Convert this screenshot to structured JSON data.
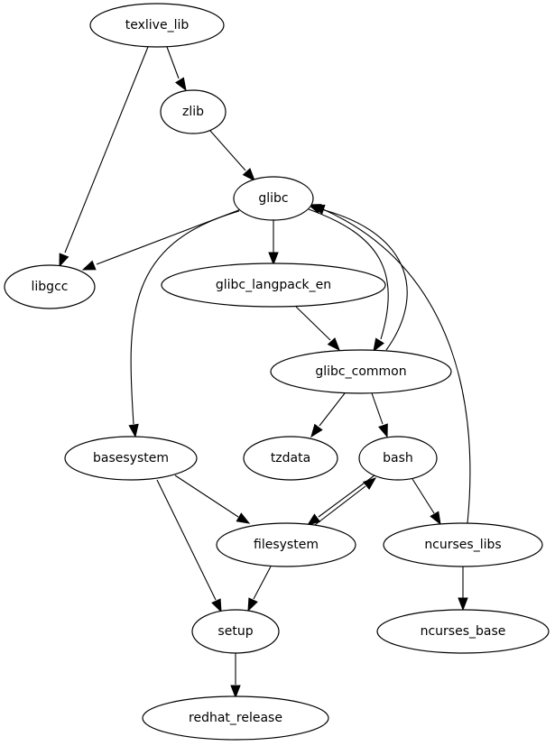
{
  "graph": {
    "type": "directed",
    "nodes": [
      {
        "id": "texlive_lib",
        "label": "texlive_lib"
      },
      {
        "id": "zlib",
        "label": "zlib"
      },
      {
        "id": "glibc",
        "label": "glibc"
      },
      {
        "id": "libgcc",
        "label": "libgcc"
      },
      {
        "id": "glibc_langpack_en",
        "label": "glibc_langpack_en"
      },
      {
        "id": "glibc_common",
        "label": "glibc_common"
      },
      {
        "id": "basesystem",
        "label": "basesystem"
      },
      {
        "id": "tzdata",
        "label": "tzdata"
      },
      {
        "id": "bash",
        "label": "bash"
      },
      {
        "id": "filesystem",
        "label": "filesystem"
      },
      {
        "id": "ncurses_libs",
        "label": "ncurses_libs"
      },
      {
        "id": "setup",
        "label": "setup"
      },
      {
        "id": "ncurses_base",
        "label": "ncurses_base"
      },
      {
        "id": "redhat_release",
        "label": "redhat_release"
      }
    ],
    "edges": [
      {
        "from": "texlive_lib",
        "to": "zlib"
      },
      {
        "from": "texlive_lib",
        "to": "libgcc"
      },
      {
        "from": "zlib",
        "to": "glibc"
      },
      {
        "from": "glibc",
        "to": "libgcc"
      },
      {
        "from": "glibc",
        "to": "glibc_langpack_en"
      },
      {
        "from": "glibc",
        "to": "glibc_common"
      },
      {
        "from": "glibc",
        "to": "basesystem"
      },
      {
        "from": "glibc_langpack_en",
        "to": "glibc_common"
      },
      {
        "from": "glibc_common",
        "to": "glibc"
      },
      {
        "from": "glibc_common",
        "to": "tzdata"
      },
      {
        "from": "glibc_common",
        "to": "bash"
      },
      {
        "from": "bash",
        "to": "filesystem"
      },
      {
        "from": "filesystem",
        "to": "bash"
      },
      {
        "from": "bash",
        "to": "ncurses_libs"
      },
      {
        "from": "ncurses_libs",
        "to": "glibc"
      },
      {
        "from": "ncurses_libs",
        "to": "ncurses_base"
      },
      {
        "from": "basesystem",
        "to": "filesystem"
      },
      {
        "from": "basesystem",
        "to": "setup"
      },
      {
        "from": "filesystem",
        "to": "setup"
      },
      {
        "from": "setup",
        "to": "redhat_release"
      }
    ]
  }
}
